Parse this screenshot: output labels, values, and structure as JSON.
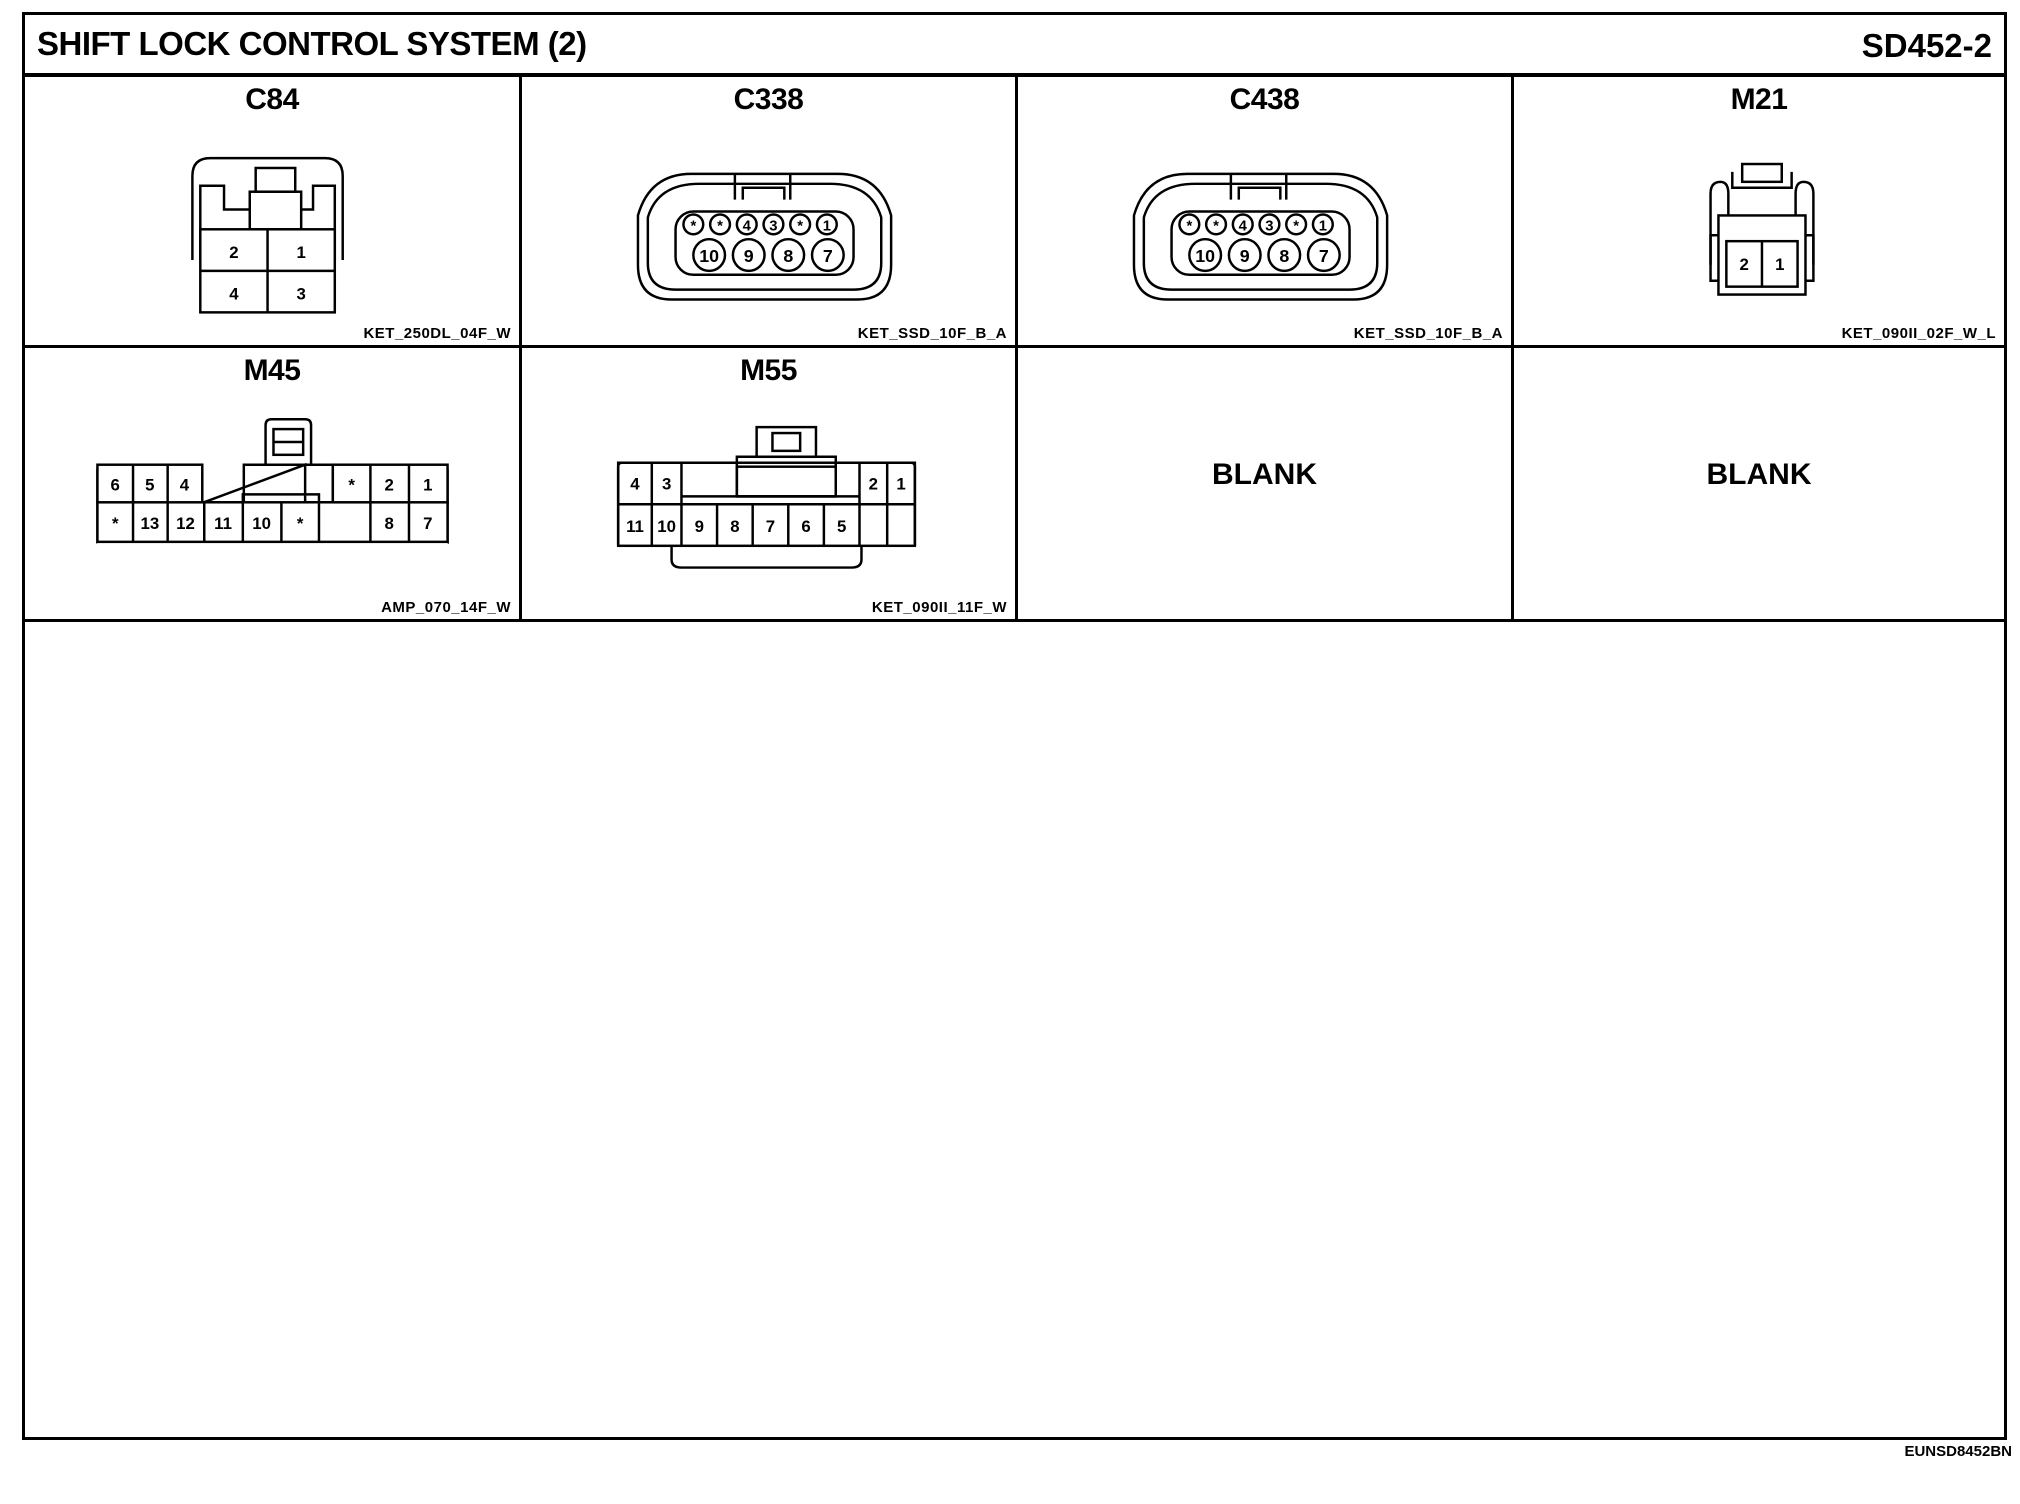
{
  "title": "SHIFT LOCK CONTROL SYSTEM (2)",
  "code": "SD452-2",
  "footer_code": "EUNSD8452BN",
  "connectors": [
    {
      "label": "C84",
      "part": "KET_250DL_04F_W",
      "pins": [
        "2",
        "1",
        "4",
        "3"
      ]
    },
    {
      "label": "C338",
      "part": "KET_SSD_10F_B_A",
      "pins_top": [
        "*",
        "*",
        "4",
        "3",
        "*",
        "1"
      ],
      "pins_bottom": [
        "10",
        "9",
        "8",
        "7"
      ]
    },
    {
      "label": "C438",
      "part": "KET_SSD_10F_B_A",
      "pins_top": [
        "*",
        "*",
        "4",
        "3",
        "*",
        "1"
      ],
      "pins_bottom": [
        "10",
        "9",
        "8",
        "7"
      ]
    },
    {
      "label": "M21",
      "part": "KET_090II_02F_W_L",
      "pins": [
        "2",
        "1"
      ]
    },
    {
      "label": "M45",
      "part": "AMP_070_14F_W",
      "pins_top_left": [
        "6",
        "5",
        "4"
      ],
      "pins_top_right": [
        "*",
        "2",
        "1"
      ],
      "pins_bottom": [
        "*",
        "13",
        "12",
        "11",
        "10",
        "*",
        "8",
        "7"
      ]
    },
    {
      "label": "M55",
      "part": "KET_090II_11F_W",
      "pins_top_left": [
        "4",
        "3"
      ],
      "pins_top_right": [
        "2",
        "1"
      ],
      "pins_bottom": [
        "11",
        "10",
        "9",
        "8",
        "7",
        "6",
        "5"
      ]
    }
  ],
  "blank_cells": [
    {
      "label": "BLANK"
    },
    {
      "label": "BLANK"
    }
  ]
}
